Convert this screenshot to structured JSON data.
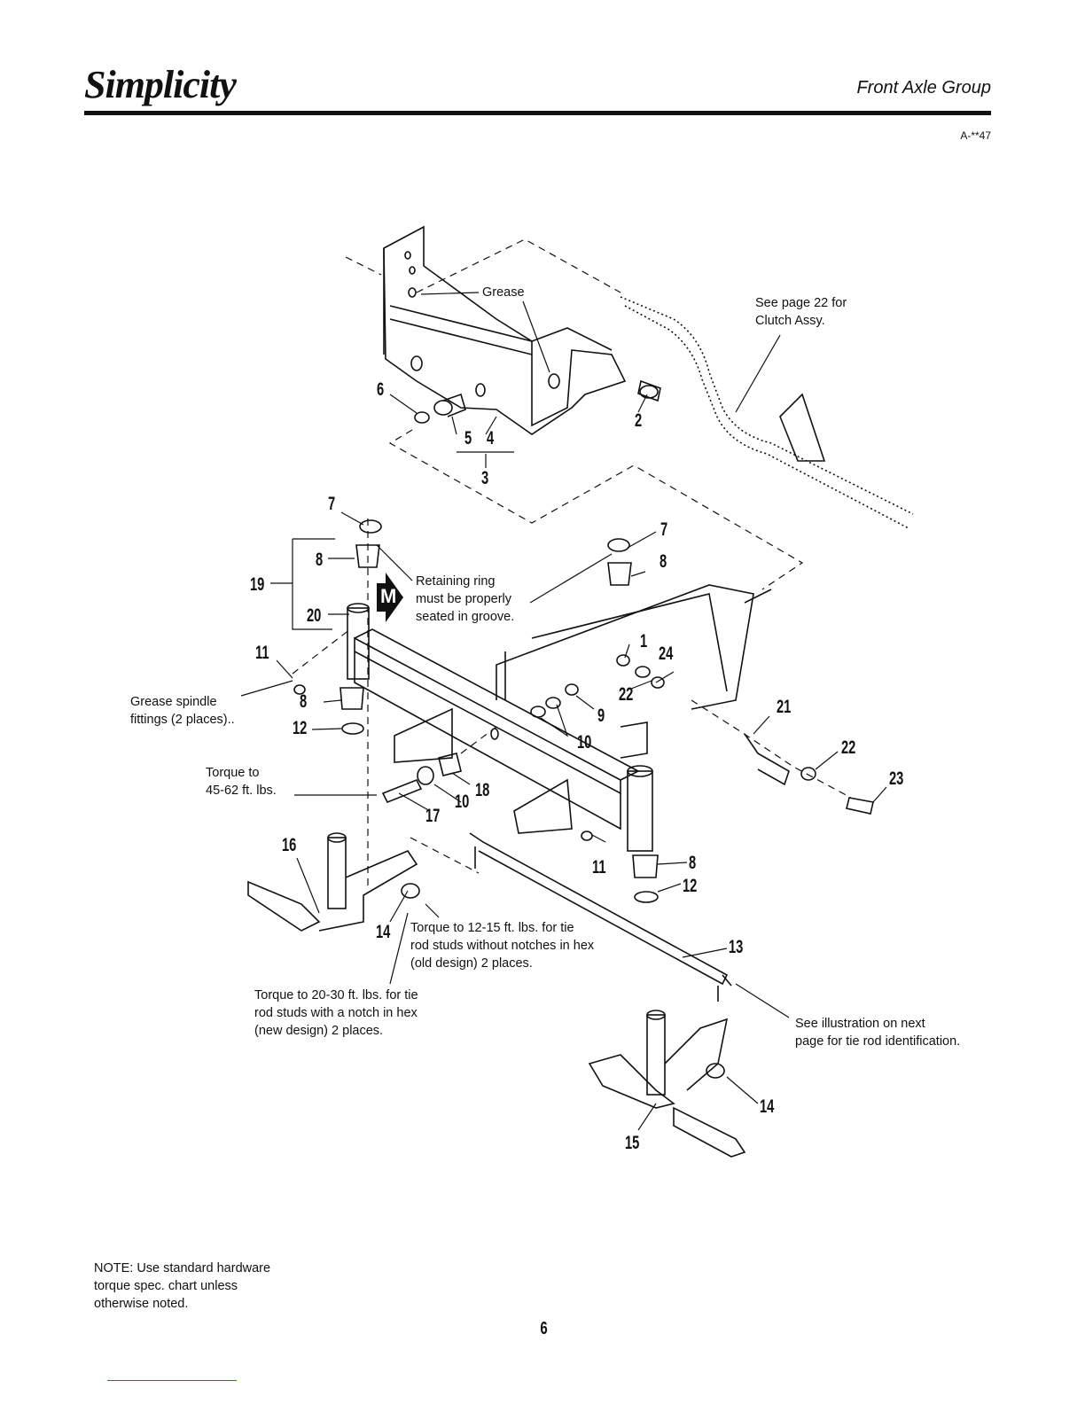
{
  "header": {
    "brand": "Simplicity",
    "section_title": "Front Axle Group",
    "page_code": "A-**47"
  },
  "annotations": {
    "grease": "Grease",
    "clutch_ref": "See page 22 for\nClutch Assy.",
    "retaining_ring": "Retaining ring\nmust be properly\nseated in groove.",
    "grease_spindle": "Grease spindle\nfittings (2 places)..",
    "torque_45": "Torque to\n45-62 ft. lbs.",
    "torque_12": "Torque to 12-15 ft. lbs. for tie\nrod studs without notches in hex\n(old design) 2 places.",
    "torque_20": "Torque to 20-30 ft. lbs. for tie\nrod studs with a notch in hex\n(new design) 2 places.",
    "tie_rod_ref": "See illustration on next\npage for tie rod identification.",
    "m_badge": "M"
  },
  "callouts": [
    "6",
    "5",
    "4",
    "3",
    "2",
    "7",
    "8",
    "19",
    "20",
    "7",
    "8",
    "11",
    "8",
    "12",
    "1",
    "24",
    "22",
    "9",
    "10",
    "21",
    "22",
    "23",
    "18",
    "10",
    "17",
    "16",
    "11",
    "8",
    "12",
    "14",
    "13",
    "14",
    "15"
  ],
  "footer": {
    "note": "NOTE: Use standard hardware\ntorque spec. chart unless\notherwise noted.",
    "page_number": "6"
  }
}
